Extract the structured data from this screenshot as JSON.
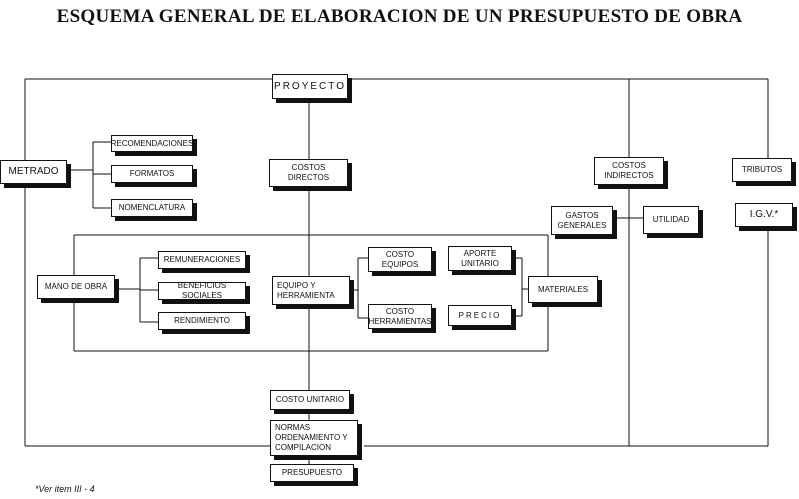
{
  "title": "ESQUEMA GENERAL DE ELABORACION DE UN PRESUPUESTO DE OBRA",
  "footnote": "*Ver item III - 4",
  "nodes": {
    "proyecto": "PROYECTO",
    "recomendaciones": "RECOMENDACIONES",
    "formatos": "FORMATOS",
    "nomenclatura": "NOMENCLATURA",
    "metrado": "METRADO",
    "costos_directos": "COSTOS\nDIRECTOS",
    "costos_indirectos": "COSTOS\nINDIRECTOS",
    "tributos": "TRIBUTOS",
    "gastos_generales": "GASTOS\nGENERALES",
    "utilidad": "UTILIDAD",
    "igv": "I.G.V.*",
    "mano_de_obra": "MANO DE OBRA",
    "remuneraciones": "REMUNERACIONES",
    "beneficios_sociales": "BENEFICIOS SOCIALES",
    "rendimiento": "RENDIMIENTO",
    "equipo_herramienta": "EQUIPO Y\nHERRAMIENTA",
    "costo_equipos": "COSTO\nEQUIPOS",
    "costo_herramientas": "COSTO\nHERRAMIENTAS",
    "aporte_unitario": "APORTE\nUNITARIO",
    "precio": "PRECIO",
    "materiales": "MATERIALES",
    "costo_unitario": "COSTO UNITARIO",
    "normas": "NORMAS\nORDENAMIENTO Y\nCOMPILACION",
    "presupuesto": "PRESUPUESTO"
  }
}
